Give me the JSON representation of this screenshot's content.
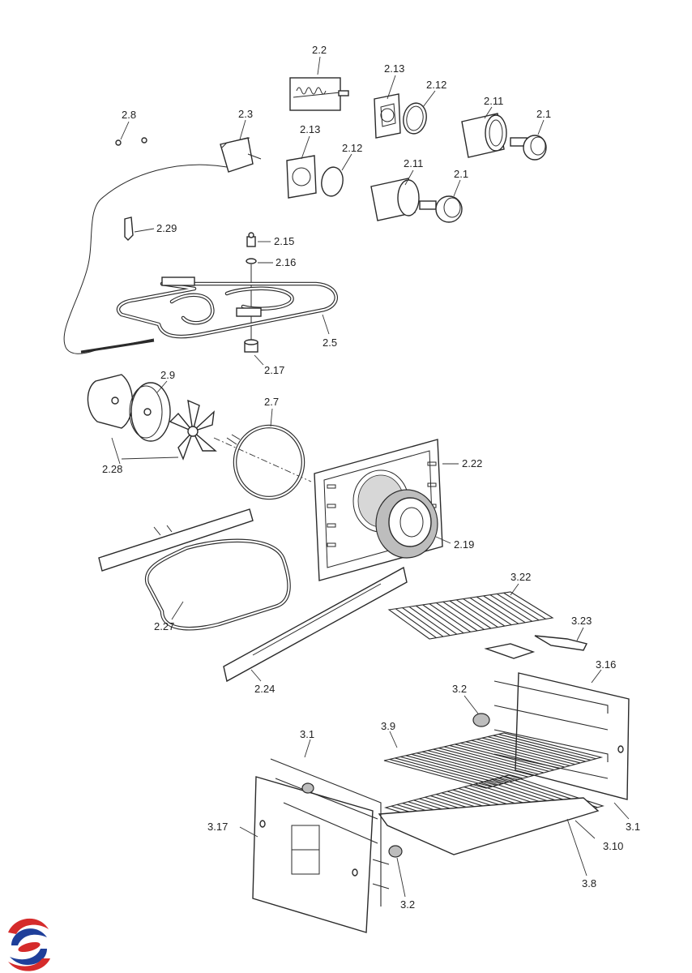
{
  "labels": {
    "l_2_2": "2.2",
    "l_2_13a": "2.13",
    "l_2_12a": "2.12",
    "l_2_11a": "2.11",
    "l_2_1a": "2.1",
    "l_2_8": "2.8",
    "l_2_3": "2.3",
    "l_2_13b": "2.13",
    "l_2_12b": "2.12",
    "l_2_11b": "2.11",
    "l_2_1b": "2.1",
    "l_2_29": "2.29",
    "l_2_15": "2.15",
    "l_2_16": "2.16",
    "l_2_5": "2.5",
    "l_2_17": "2.17",
    "l_2_9": "2.9",
    "l_2_7": "2.7",
    "l_2_22": "2.22",
    "l_2_28": "2.28",
    "l_2_19": "2.19",
    "l_2_27": "2.27",
    "l_3_22": "3.22",
    "l_3_23": "3.23",
    "l_2_24": "2.24",
    "l_3_16": "3.16",
    "l_3_2a": "3.2",
    "l_3_1a": "3.1",
    "l_3_9": "3.9",
    "l_3_17": "3.17",
    "l_3_1b": "3.1",
    "l_3_10": "3.10",
    "l_3_8": "3.8",
    "l_3_2b": "3.2"
  },
  "colors": {
    "line": "#2a2a2a",
    "fill_grey": "#bdbdbd",
    "logo_red": "#d52b2b",
    "logo_blue": "#1f3f9a"
  }
}
